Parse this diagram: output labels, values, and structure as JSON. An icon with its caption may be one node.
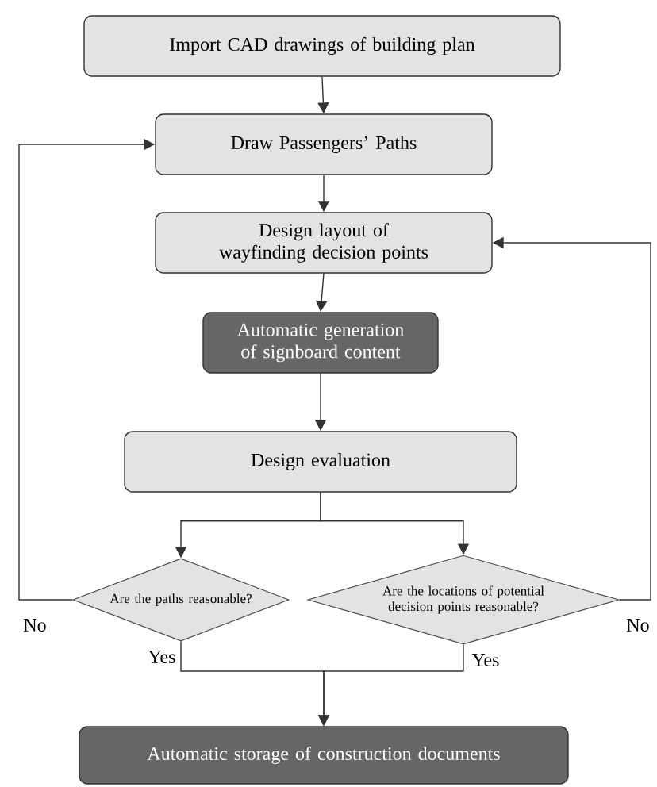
{
  "diagram": {
    "nodes": [
      {
        "text": [
          "Import CAD drawings of building plan"
        ]
      },
      {
        "text": [
          "Draw Passengers’ Paths"
        ]
      },
      {
        "text": [
          "Design layout of wayfinding decision points"
        ]
      },
      {
        "text": [
          "Automatic generation of signboard content"
        ]
      },
      {
        "text": [
          "Design evaluation"
        ]
      },
      {
        "text": [
          "Are the paths reasonable?"
        ]
      },
      {
        "text": [
          "Are the locations of potential decision points reasonable?"
        ]
      },
      {
        "text": [
          "Automatic storage of construction documents"
        ]
      }
    ],
    "edges": [
      {
        "from": 0,
        "to": 1,
        "arrow": "to"
      },
      {
        "from": 1,
        "to": 2,
        "arrow": "to"
      },
      {
        "from": 2,
        "to": 3,
        "arrow": "to"
      },
      {
        "from": 3,
        "to": 4,
        "arrow": "to"
      },
      {
        "from": 4,
        "to": 5,
        "arrow": "to"
      },
      {
        "from": 4,
        "to": 6,
        "arrow": "to"
      },
      {
        "from": 5,
        "to": 1,
        "arrow": "to",
        "label": "No"
      },
      {
        "from": 6,
        "to": 2,
        "arrow": "to",
        "label": "No"
      },
      {
        "from": 5,
        "to": 7,
        "arrow": "to",
        "label": "Yes"
      },
      {
        "from": 6,
        "to": 7,
        "arrow": "to",
        "label": "Yes"
      }
    ]
  }
}
